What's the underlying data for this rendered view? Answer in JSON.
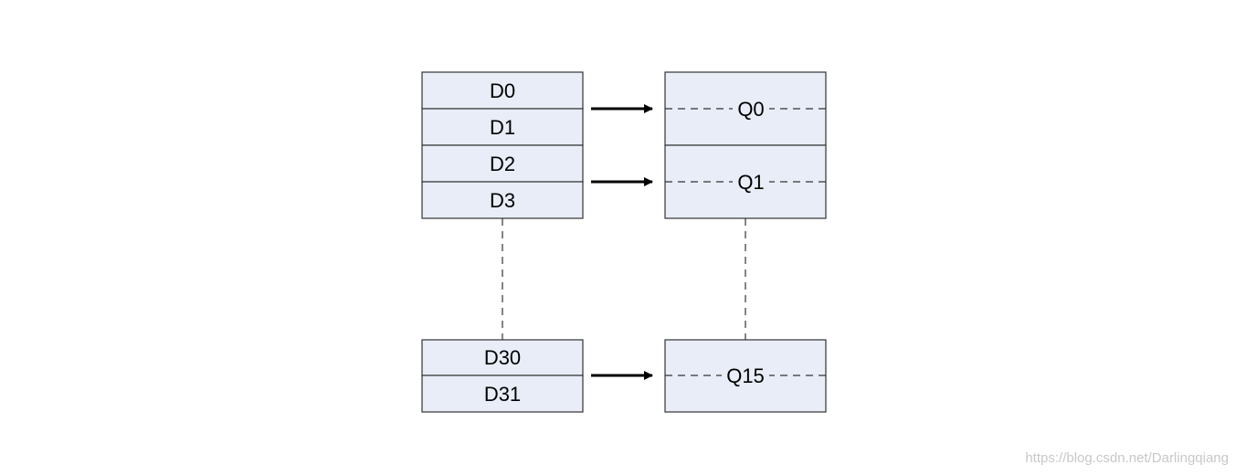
{
  "d_registers": {
    "top_group": [
      "D0",
      "D1",
      "D2",
      "D3"
    ],
    "bottom_group": [
      "D30",
      "D31"
    ]
  },
  "q_registers": {
    "top_group": [
      "Q0",
      "Q1"
    ],
    "bottom_group": [
      "Q15"
    ]
  },
  "colors": {
    "cell_fill": "#e8edf7",
    "cell_border": "#333333",
    "arrow": "#000000",
    "dashed_line": "#333333"
  },
  "watermark": "https://blog.csdn.net/Darlingqiang"
}
